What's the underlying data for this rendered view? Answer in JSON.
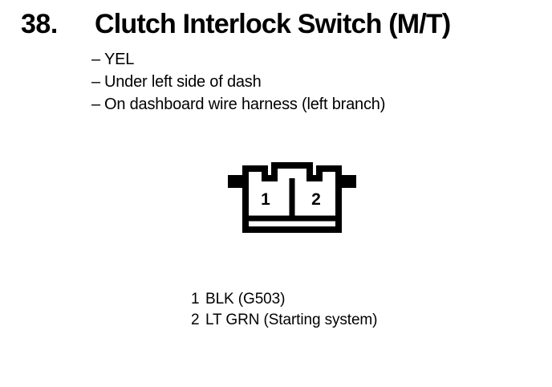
{
  "page": {
    "item_number": "38.",
    "title": "Clutch Interlock Switch (M/T)",
    "background_color": "#ffffff",
    "ink_color": "#000000"
  },
  "details": {
    "dash": "–",
    "items": [
      {
        "text": "YEL"
      },
      {
        "text": "Under left side of dash"
      },
      {
        "text": "On dashboard wire harness (left branch)"
      }
    ]
  },
  "connector": {
    "type": "2-pin connector face view",
    "pin_count": 2,
    "pins": [
      {
        "number": "1"
      },
      {
        "number": "2"
      }
    ]
  },
  "legend": {
    "rows": [
      {
        "pin": "1",
        "text": "BLK (G503)"
      },
      {
        "pin": "2",
        "text": "LT GRN (Starting system)"
      }
    ]
  }
}
